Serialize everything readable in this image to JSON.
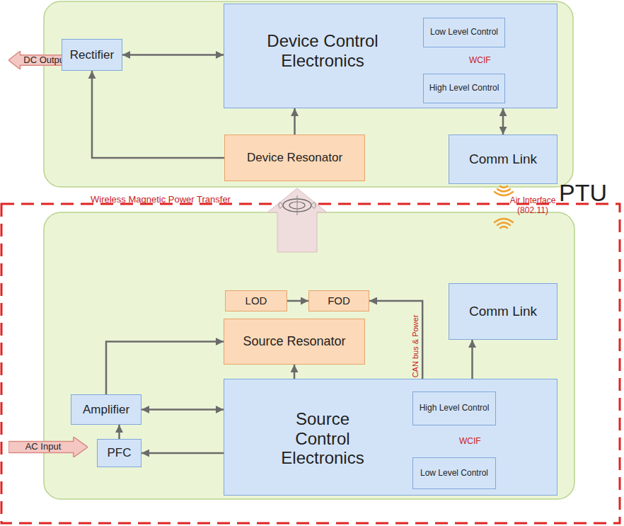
{
  "diagram": {
    "nodes": [
      {
        "text": [
          "DC Output"
        ]
      },
      {
        "text": [
          "Rectifier"
        ]
      },
      {
        "text": [
          "Device Control Electronics"
        ]
      },
      {
        "text": [
          "Low Level Control"
        ],
        "in": 2
      },
      {
        "text": [
          "High Level Control"
        ],
        "in": 2
      },
      {
        "text": [
          "Device Resonator"
        ]
      },
      {
        "text": [
          "Comm Link"
        ]
      },
      {
        "text": [
          "LOD"
        ]
      },
      {
        "text": [
          "FOD"
        ]
      },
      {
        "text": [
          "Comm Link"
        ]
      },
      {
        "text": [
          "Source Resonator"
        ]
      },
      {
        "text": [
          "Amplifier"
        ]
      },
      {
        "text": [
          "Source Control Electronics"
        ]
      },
      {
        "text": [
          "High Level Control"
        ],
        "in": 12
      },
      {
        "text": [
          "Low Level Control"
        ],
        "in": 12
      },
      {
        "text": [
          "AC Input"
        ]
      },
      {
        "text": [
          "PFC"
        ]
      }
    ],
    "edges": [
      {
        "from": 1,
        "to": 2,
        "arrow": "both"
      },
      {
        "from": 5,
        "to": 1,
        "arrow": "to"
      },
      {
        "from": 5,
        "to": 2,
        "arrow": "to"
      },
      {
        "from": 3,
        "to": 4,
        "arrow": "both",
        "label": "WCIF"
      },
      {
        "from": 6,
        "to": 2,
        "arrow": "both"
      },
      {
        "from": 7,
        "to": 8,
        "arrow": "to"
      },
      {
        "from": 8,
        "to": 13,
        "arrow": "both",
        "label": "CAN bus & Power"
      },
      {
        "from": 9,
        "to": 13,
        "arrow": "both"
      },
      {
        "from": 11,
        "to": 10,
        "arrow": "to"
      },
      {
        "from": 12,
        "to": 10,
        "arrow": "to"
      },
      {
        "from": 11,
        "to": 12,
        "arrow": "both"
      },
      {
        "from": 16,
        "to": 11,
        "arrow": "to"
      },
      {
        "from": 12,
        "to": 16,
        "arrow": "to"
      },
      {
        "from": 13,
        "to": 14,
        "arrow": "both",
        "label": "WCIF"
      }
    ],
    "labels": [
      "Wireless Magnetic Power Transfer",
      "Air Interface (802.11)",
      "PTU"
    ]
  }
}
